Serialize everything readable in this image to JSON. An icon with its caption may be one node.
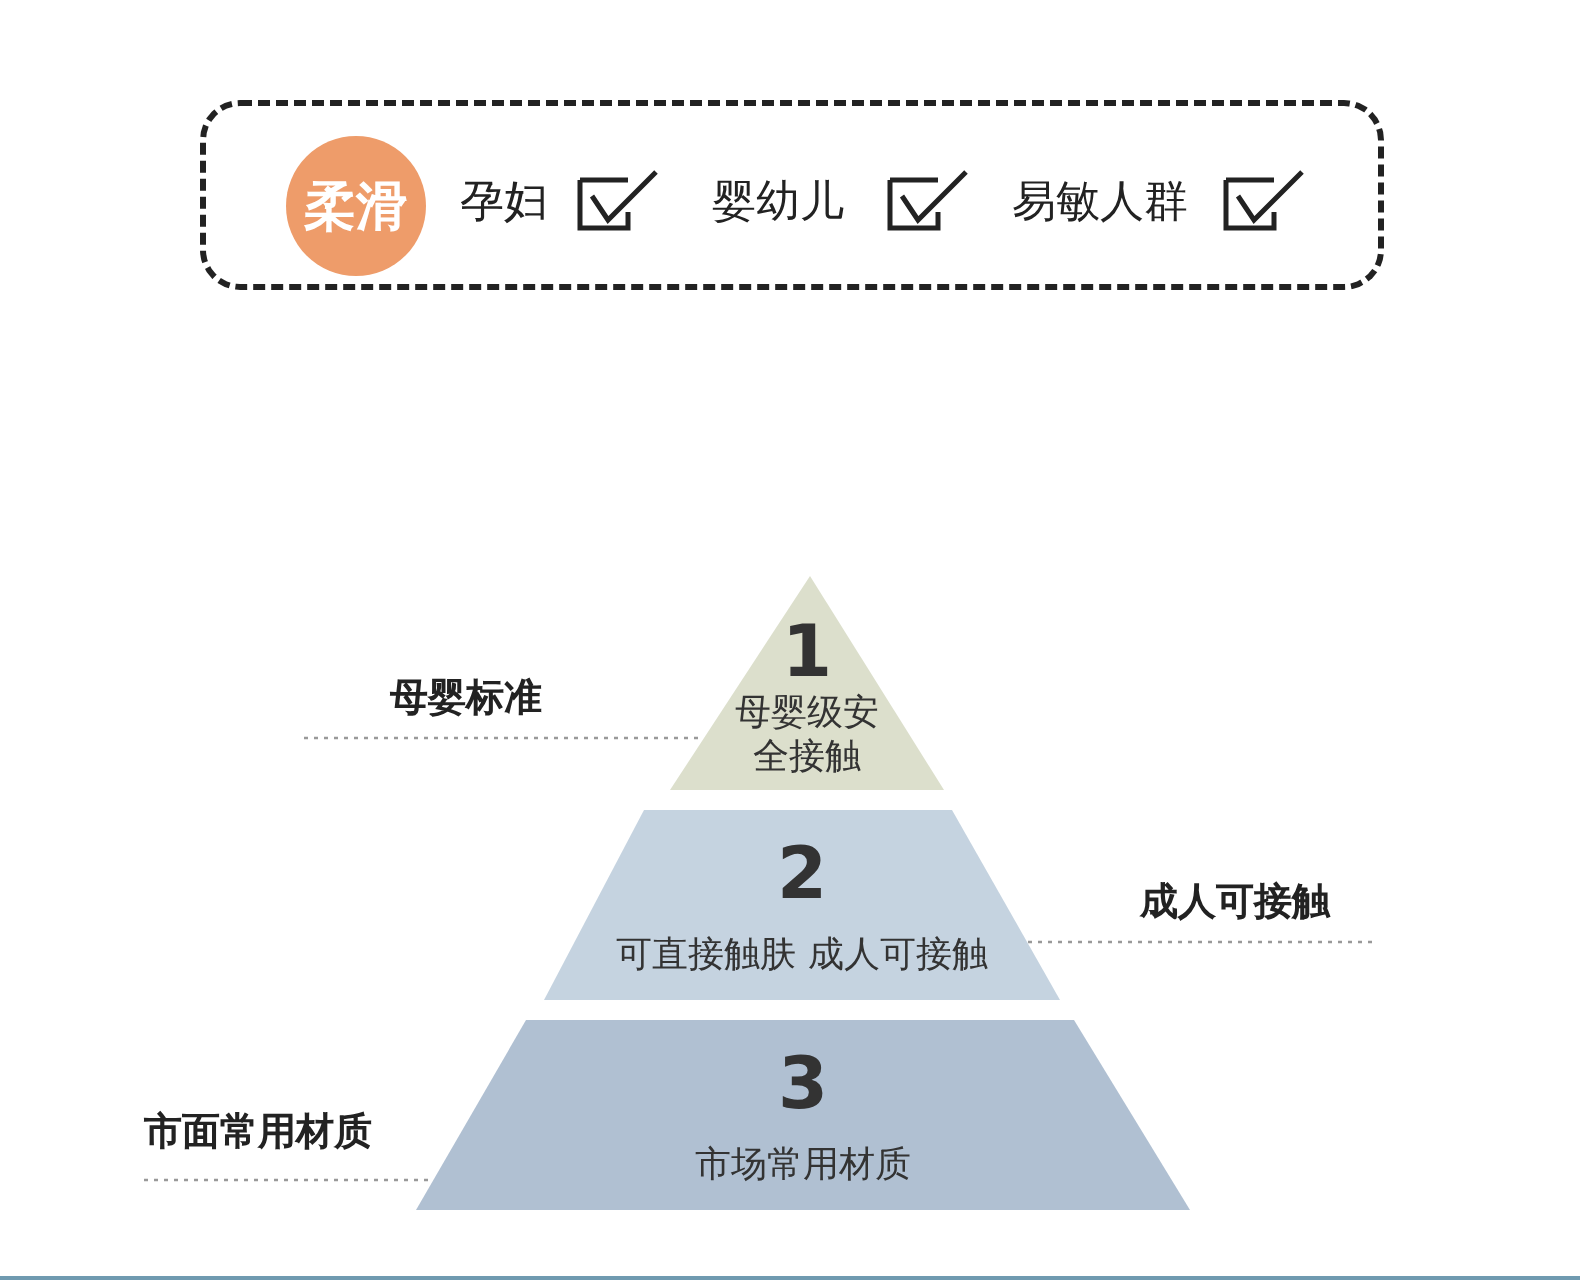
{
  "diagram": {
    "nodes": [
      {
        "text": [
          "孕妇",
          "婴幼儿",
          "易敏人群"
        ]
      },
      {
        "text": [
          "柔滑"
        ],
        "in": 0
      },
      {
        "text": [
          "1",
          "母婴级安全接触"
        ]
      },
      {
        "text": [
          "2",
          "可直接触肤 成人可接触"
        ]
      },
      {
        "text": [
          "3",
          "市场常用材质"
        ]
      },
      {
        "text": [
          "母婴标准"
        ]
      },
      {
        "text": [
          "成人可接触"
        ]
      },
      {
        "text": [
          "市面常用材质"
        ]
      }
    ],
    "edges": [
      {
        "from": 5,
        "to": 2,
        "arrow": "none",
        "style": "dashed"
      },
      {
        "from": 6,
        "to": 3,
        "arrow": "none",
        "style": "dashed"
      },
      {
        "from": 7,
        "to": 4,
        "arrow": "none",
        "style": "dashed"
      }
    ]
  }
}
